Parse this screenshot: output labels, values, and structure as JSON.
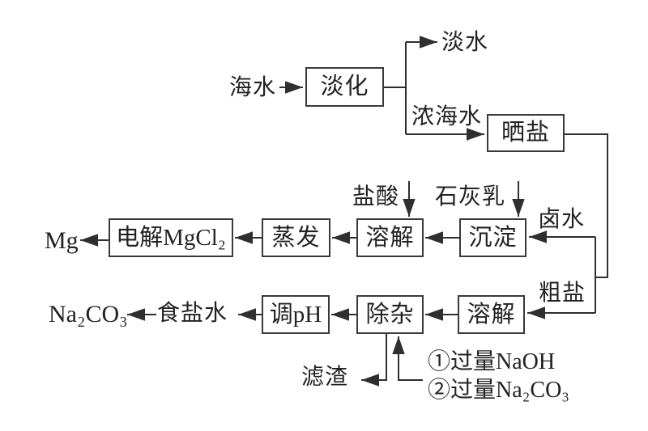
{
  "colors": {
    "line": "#2f2f2f",
    "ink": "#222222",
    "background": "#ffffff"
  },
  "nodes": {
    "desalination": "淡化",
    "salt_drying": "晒盐",
    "precipitation": "沉淀",
    "dissolve_mid": "溶解",
    "evaporation": "蒸发",
    "electrolysis": "电解MgCl₂",
    "dissolve_bottom": "溶解",
    "impurity_removal": "除杂",
    "adjust_ph": "调pH"
  },
  "labels": {
    "seawater": "海水",
    "fresh_water": "淡水",
    "concentrated_seawater": "浓海水",
    "brine": "卤水",
    "crude_salt": "粗盐",
    "hydrochloric_acid": "盐酸",
    "lime_milk": "石灰乳",
    "magnesium": "Mg",
    "sodium_carbonate": "Na₂CO₃",
    "salt_solution": "食盐水",
    "filter_residue": "滤渣",
    "reagent_1": "①过量NaOH",
    "reagent_2": "②过量Na₂CO₃"
  }
}
